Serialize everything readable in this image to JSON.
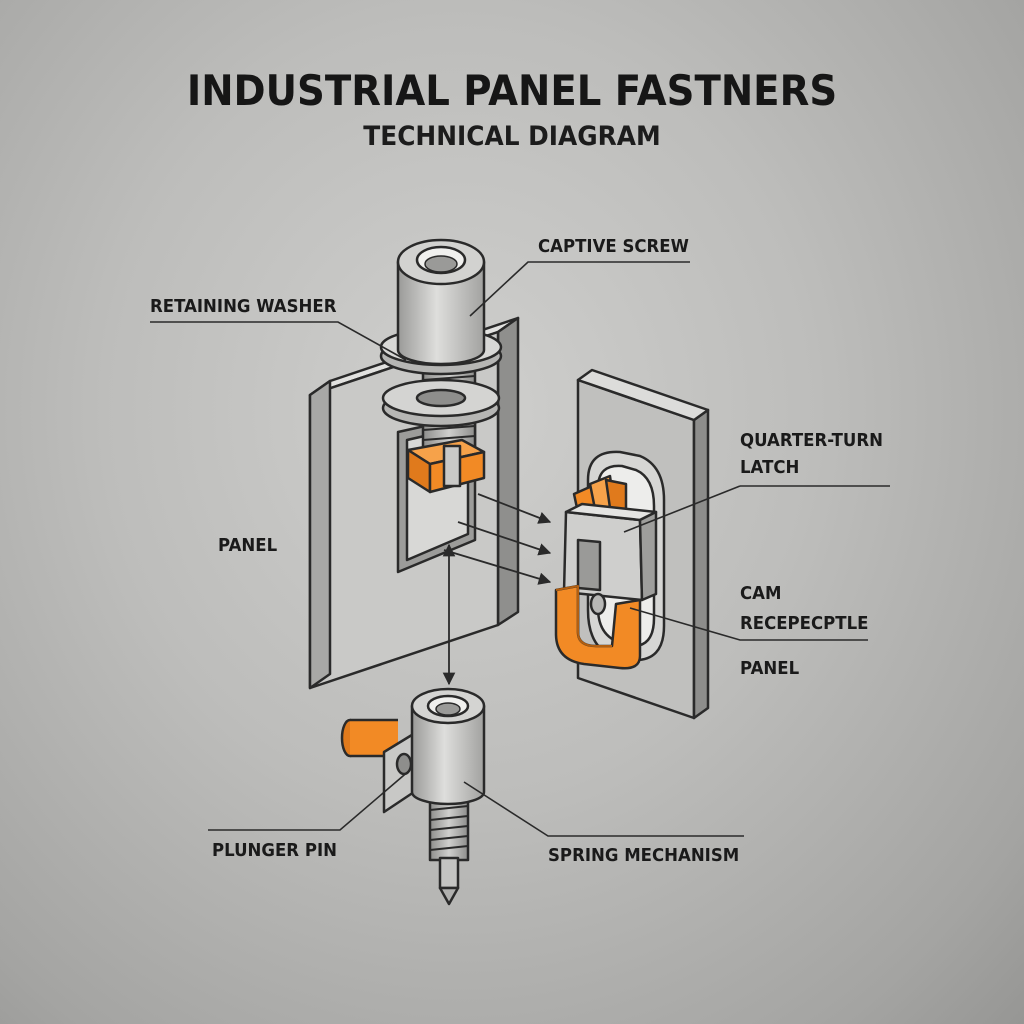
{
  "title": "INDUSTRIAL PANEL FASTNERS",
  "subtitle": "TECHNICAL DIAGRAM",
  "labels": {
    "captive_screw": "CAPTIVE SCREW",
    "retaining_washer": "RETAINING WASHER",
    "panel_left": "PANEL",
    "quarter_turn_line1": "QUARTER-TURN",
    "quarter_turn_line2": "LATCH",
    "cam_line1": "CAM",
    "cam_line2": "RECEPECPTLE",
    "panel_right": "PANEL",
    "plunger_pin": "PLUNGER PIN",
    "spring_mechanism": "SPRING MECHANISM"
  },
  "colors": {
    "accent_orange": "#f28a25",
    "metal_light": "#d6d6d4",
    "metal_mid": "#b4b4b2",
    "metal_dark": "#8d8d8b",
    "outline": "#2a2a2a"
  }
}
